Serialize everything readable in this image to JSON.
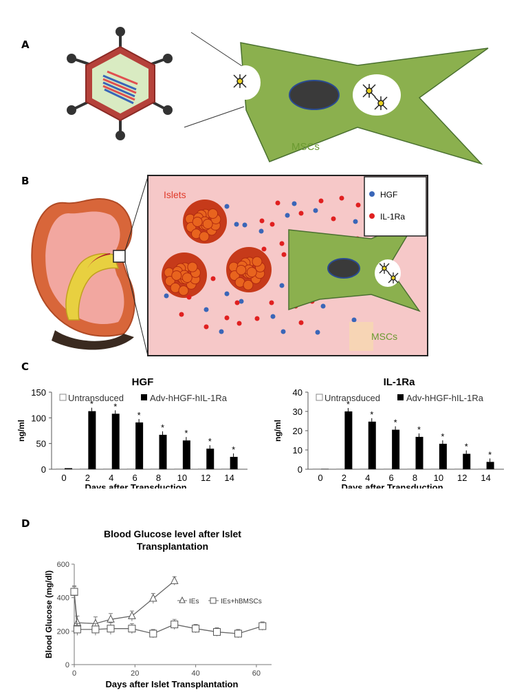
{
  "panels": {
    "a": {
      "letter": "A",
      "cell_label": "MSCs"
    },
    "b": {
      "letter": "B",
      "islets_label": "Islets",
      "legend": [
        {
          "label": "HGF",
          "color": "#3a66b8"
        },
        {
          "label": "IL-1Ra",
          "color": "#e02020"
        }
      ],
      "mscs_label": "MSCs"
    },
    "c": {
      "letter": "C"
    },
    "d": {
      "letter": "D"
    }
  },
  "colors": {
    "cell": "#8bb04e",
    "cell_stroke": "#4a7030",
    "islet_bg": "#f6c8c8",
    "virus_shell": "#b5413a",
    "virus_inner": "#d9ebc2",
    "hgf": "#3a66b8",
    "il1ra": "#e02020"
  },
  "chart_data": [
    {
      "type": "bar",
      "title": "HGF",
      "xlabel": "Days after Transduction",
      "ylabel": "ng/ml",
      "categories": [
        "0",
        "2",
        "4",
        "6",
        "8",
        "10",
        "12",
        "14"
      ],
      "ylim": [
        0,
        150
      ],
      "yticks": [
        "0",
        "50",
        "100",
        "150"
      ],
      "series": [
        {
          "name": "Untransduced",
          "values": [
            1,
            1,
            1,
            1,
            1,
            1,
            1,
            1
          ],
          "color": "#ffffff"
        },
        {
          "name": "Adv-hHGF-hIL-1Ra",
          "values": [
            2,
            113,
            108,
            91,
            67,
            56,
            40,
            24
          ],
          "color": "#000000"
        }
      ],
      "significance": [
        "",
        "*",
        "*",
        "*",
        "*",
        "*",
        "*",
        "*"
      ],
      "legend": "top"
    },
    {
      "type": "bar",
      "title": "IL-1Ra",
      "xlabel": "Days after Transduction",
      "ylabel": "ng/ml",
      "categories": [
        "0",
        "2",
        "4",
        "6",
        "8",
        "10",
        "12",
        "14"
      ],
      "ylim": [
        0,
        40
      ],
      "yticks": [
        "0",
        "10",
        "20",
        "30",
        "40"
      ],
      "series": [
        {
          "name": "Untransduced",
          "values": [
            0.2,
            0.2,
            0.2,
            0.2,
            0.2,
            0.2,
            0.2,
            0.2
          ],
          "color": "#ffffff"
        },
        {
          "name": "Adv-hHGF-hIL-1Ra",
          "values": [
            0.2,
            30,
            24.7,
            20.5,
            16.8,
            13.2,
            8,
            3.8
          ],
          "color": "#000000"
        }
      ],
      "significance": [
        "",
        "*",
        "*",
        "*",
        "*",
        "*",
        "*",
        "*"
      ],
      "legend": "top"
    },
    {
      "type": "line",
      "title": "Blood Glucose level after Islet Transplantation",
      "title_lines": [
        "Blood Glucose level after Islet",
        "Transplantation"
      ],
      "xlabel": "Days after Islet Transplantation",
      "ylabel": "Blood Glucose (mg/dl)",
      "xlim": [
        0,
        65
      ],
      "ylim": [
        0,
        600
      ],
      "xticks": [
        "0",
        "20",
        "40",
        "60"
      ],
      "yticks": [
        "0",
        "200",
        "400",
        "600"
      ],
      "series": [
        {
          "name": "IEs",
          "marker": "triangle",
          "x": [
            0,
            1,
            7,
            12,
            19,
            26,
            33
          ],
          "y": [
            430,
            250,
            245,
            270,
            290,
            395,
            500
          ],
          "err": [
            40,
            40,
            40,
            35,
            30,
            30,
            25
          ]
        },
        {
          "name": "IEs+hBMSCs",
          "marker": "square",
          "x": [
            0,
            1,
            7,
            12,
            19,
            26,
            33,
            40,
            47,
            54,
            62
          ],
          "y": [
            435,
            210,
            210,
            215,
            215,
            185,
            240,
            215,
            195,
            185,
            230
          ],
          "err": [
            30,
            35,
            35,
            35,
            30,
            25,
            30,
            25,
            25,
            25,
            25
          ]
        }
      ],
      "legend": "right"
    }
  ]
}
